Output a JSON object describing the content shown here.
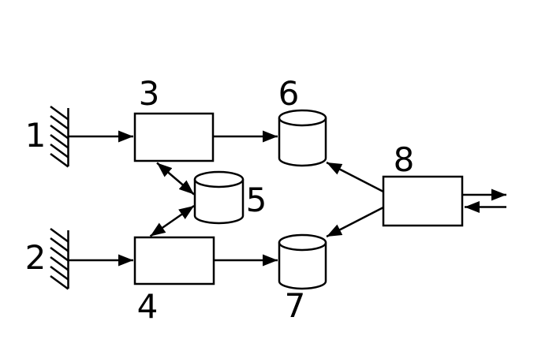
{
  "diagram": {
    "background_color": "#ffffff",
    "line_color": "#000000",
    "shape_fill_color": "#ffffff",
    "nodes": [
      {
        "id": "1",
        "type": "external-source",
        "shape": "hatched-wall",
        "label": "1"
      },
      {
        "id": "2",
        "type": "external-source",
        "shape": "hatched-wall",
        "label": "2"
      },
      {
        "id": "3",
        "type": "process",
        "shape": "rectangle",
        "label": "3"
      },
      {
        "id": "4",
        "type": "process",
        "shape": "rectangle",
        "label": "4"
      },
      {
        "id": "5",
        "type": "data-store",
        "shape": "cylinder",
        "label": "5"
      },
      {
        "id": "6",
        "type": "data-store",
        "shape": "cylinder",
        "label": "6"
      },
      {
        "id": "7",
        "type": "data-store",
        "shape": "cylinder",
        "label": "7"
      },
      {
        "id": "8",
        "type": "process",
        "shape": "rectangle",
        "label": "8"
      }
    ],
    "edges": [
      {
        "from": "1",
        "to": "3",
        "style": "arrow"
      },
      {
        "from": "2",
        "to": "4",
        "style": "arrow"
      },
      {
        "from": "3",
        "to": "6",
        "style": "arrow"
      },
      {
        "from": "4",
        "to": "7",
        "style": "arrow"
      },
      {
        "from": "3",
        "to": "5",
        "style": "double-arrow"
      },
      {
        "from": "4",
        "to": "5",
        "style": "double-arrow"
      },
      {
        "from": "8",
        "to": "6",
        "style": "arrow"
      },
      {
        "from": "8",
        "to": "7",
        "style": "arrow"
      },
      {
        "from": "8",
        "to": "right-edge",
        "style": "arrow"
      },
      {
        "from": "right-edge",
        "to": "8",
        "style": "arrow"
      }
    ]
  }
}
